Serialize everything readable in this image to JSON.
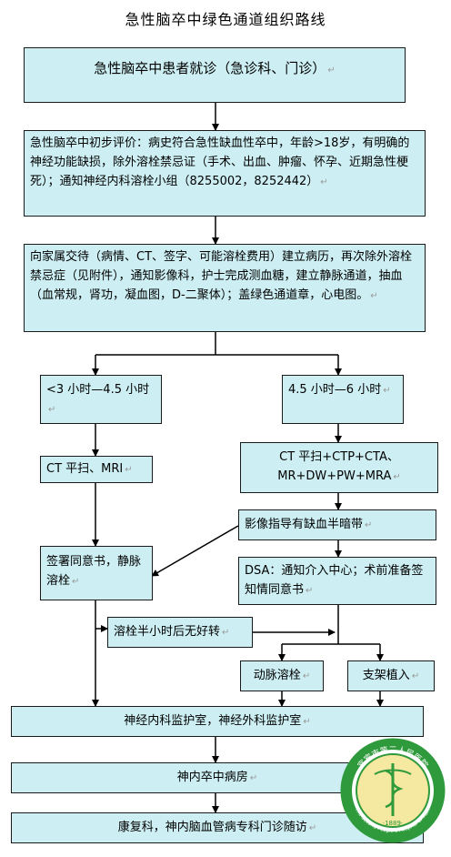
{
  "title": "急性脑卒中绿色通道组织路线",
  "nodes": {
    "n1": "急性脑卒中患者就诊（急诊科、门诊）",
    "n2": "急性脑卒中初步评价：病史符合急性缺血性卒中，年龄>18岁，有明确的神经功能缺损，除外溶栓禁忌证（手术、出血、肿瘤、怀孕、近期急性梗死）；通知神经内科溶栓小组（8255002，8252442）",
    "n3": "向家属交待（病情、CT、签字、可能溶栓费用）建立病历，再次除外溶栓禁忌症（见附件），通知影像科，护士完成测血糖，建立静脉通道，抽血（血常规，肾功，凝血图，D-二聚体）；盖绿色通道章，心电图。",
    "n4": "<3 小时—4.5 小时",
    "n5": "4.5 小时—6 小时",
    "n6": "CT 平扫、MRI",
    "n7": "CT 平扫+CTP+CTA、MR+DW+PW+MRA",
    "n8": "影像指导有缺血半暗带",
    "n9": "签署同意书，静脉溶栓",
    "n10": "DSA：通知介入中心；术前准备签知情同意书",
    "n11": "溶栓半小时后无好转",
    "n12": "动脉溶栓",
    "n13": "支架植入",
    "n14": "神经内科监护室，神经外科监护室",
    "n15": "神内卒中病房",
    "n16": "康复科，神内脑血管病专科门诊随访"
  },
  "paragraph_mark": "↵",
  "logo": {
    "top_text": "宜宾市第二人民医院",
    "bottom_text": "The Second People's Hospital of Yibin",
    "year": "·1889·",
    "ring_color": "#2e9a3c",
    "inner_color": "#f5e8a0"
  },
  "colors": {
    "box_fill": "#cdeff3",
    "box_border": "#1a1a1a",
    "arrow": "#000000"
  }
}
